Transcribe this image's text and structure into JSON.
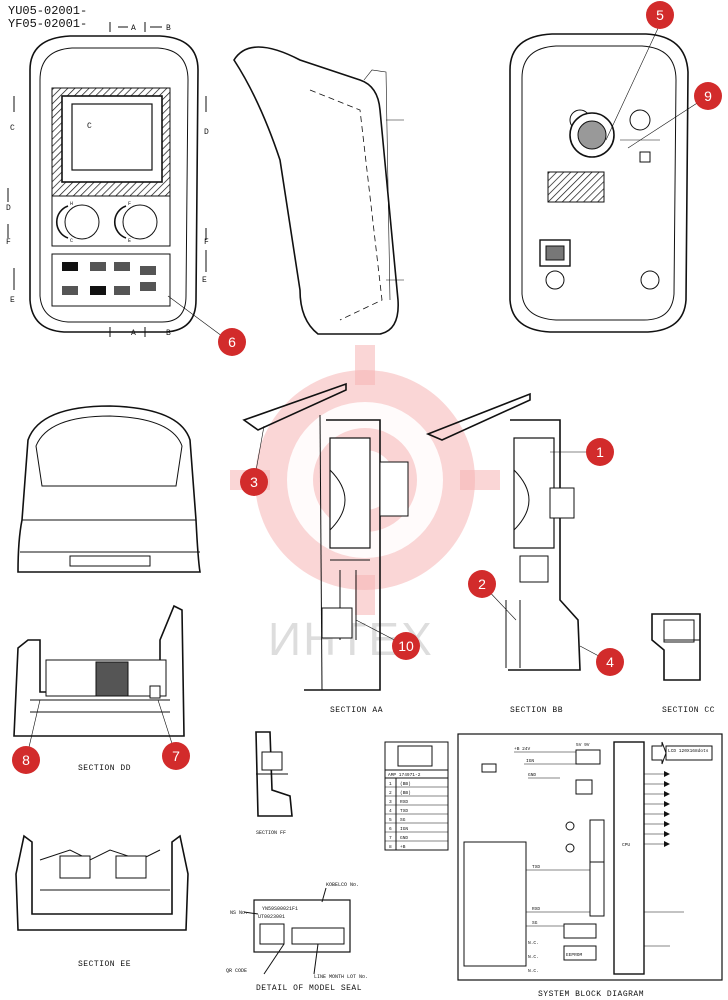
{
  "header": {
    "line1": "YU05-02001-",
    "line2": "YF05-02001-"
  },
  "section_marks": {
    "a": "A",
    "b": "B",
    "c": "C",
    "d": "D",
    "e": "E",
    "f": "F"
  },
  "gauges": {
    "temp_hot": "H",
    "temp_cold": "C",
    "fuel_full": "F",
    "fuel_empty": "E"
  },
  "callouts": [
    "5",
    "9",
    "6",
    "3",
    "1",
    "2",
    "10",
    "4",
    "8",
    "7"
  ],
  "captions": {
    "section_aa": "SECTION AA",
    "section_bb": "SECTION BB",
    "section_cc": "SECTION CC",
    "section_dd": "SECTION DD",
    "section_ee": "SECTION EE",
    "section_ff": "SECTION FF",
    "model_seal": "DETAIL OF MODEL SEAL",
    "block_diagram": "SYSTEM BLOCK DIAGRAM"
  },
  "connector_table": {
    "title": "AMP 174971-2",
    "rows": [
      [
        "1",
        "(BB)"
      ],
      [
        "2",
        "(BB)"
      ],
      [
        "3",
        "RXD"
      ],
      [
        "4",
        "TXD"
      ],
      [
        "5",
        "SG"
      ],
      [
        "6",
        "IGN"
      ],
      [
        "7",
        "GND"
      ],
      [
        "8",
        "+B"
      ]
    ]
  },
  "model_seal": {
    "kobelco_no": "KOBELCO No.",
    "part_no": "YN59S00021F1",
    "ns_no": "NS No.",
    "serial": "UT0023001",
    "qr_code": "QR CODE",
    "line_lot": "LINE MONTH LOT No."
  },
  "block_diagram": {
    "power": "+B 24V",
    "ign": "IGN",
    "gnd": "GND",
    "vreg": "5V 9V",
    "lcd": "LCD 120X168dots",
    "cpu": "CPU",
    "txd": "TXD",
    "rxd": "RXD",
    "sg": "SG",
    "eeprom": "EEPROM",
    "nc1": "N.C.",
    "nc2": "N.C.",
    "nc3": "N.C."
  },
  "watermark": {
    "text": "ИНТЕХ"
  }
}
